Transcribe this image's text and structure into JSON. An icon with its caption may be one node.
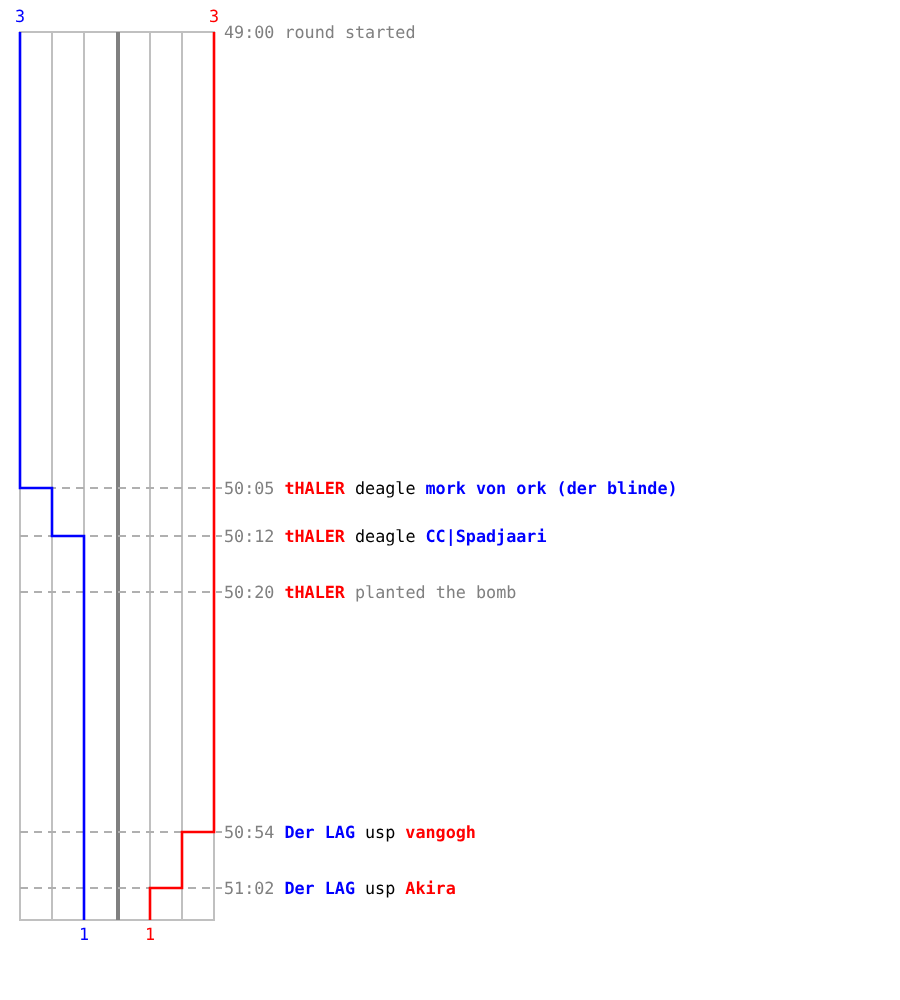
{
  "diagram": {
    "labels": [
      "3",
      "3",
      "49:00",
      "round started",
      "50:05",
      "tHALER",
      "deagle",
      "mork von ork (der blinde)",
      "50:12",
      "tHALER",
      "deagle",
      "CC|Spadjaari",
      "50:20",
      "tHALER",
      "planted the bomb",
      "50:54",
      "Der LAG",
      "usp",
      "vangogh",
      "51:02",
      "Der LAG",
      "usp",
      "Akira",
      "1",
      "1"
    ]
  }
}
